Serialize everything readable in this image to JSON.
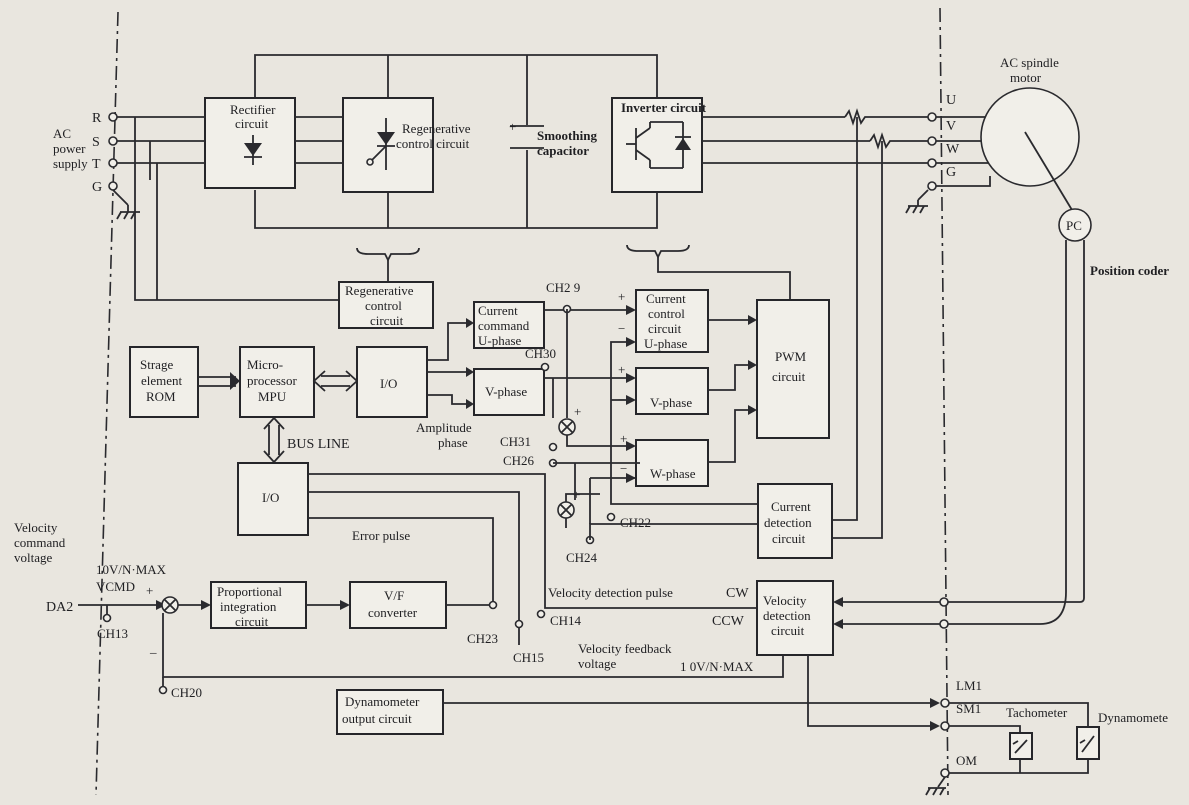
{
  "labels": {
    "ac_power_supply": [
      "AC",
      "power",
      "supply"
    ],
    "rectifier": [
      "Rectifier",
      "circuit"
    ],
    "regen_control_circuit": [
      "Regenerative",
      "control circuit"
    ],
    "smoothing_capacitor": [
      "Smoothing",
      "capacitor"
    ],
    "inverter_circuit": "Inverter circuit",
    "ac_spindle_motor": [
      "AC spindle",
      "motor"
    ],
    "position_coder": "Position coder",
    "pc": "PC",
    "regen_control_block": [
      "Regenerative",
      "control",
      "circuit"
    ],
    "current_command": [
      "Current",
      "command",
      "U-phase"
    ],
    "current_control": [
      "Current",
      "control",
      "circuit",
      "U-phase"
    ],
    "storage_rom": [
      "Strage",
      "element",
      "ROM"
    ],
    "microprocessor": [
      "Micro-",
      "processor",
      "MPU"
    ],
    "io": "I/O",
    "v_phase": "V-phase",
    "w_phase": "W-phase",
    "pwm": [
      "PWM",
      "circuit"
    ],
    "amplitude_phase": [
      "Amplitude",
      "phase"
    ],
    "bus_line": "BUS LINE",
    "current_detection": [
      "Current",
      "detection",
      "circuit"
    ],
    "error_pulse": "Error pulse",
    "velocity_command_voltage": [
      "Velocity",
      "command",
      "voltage"
    ],
    "v10_nmax_top": "10V/N·MAX",
    "vcmd": "VCMD",
    "da2": "DA2",
    "proportional_integration": [
      "Proportional",
      "integration",
      "circuit"
    ],
    "vf_converter": [
      "V/F",
      "converter"
    ],
    "velocity_detection_pulse": "Velocity detection pulse",
    "cw": "CW",
    "ccw": "CCW",
    "velocity_detection": [
      "Velocity",
      "detection",
      "circuit"
    ],
    "velocity_feedback": [
      "Velocity feedback",
      "voltage"
    ],
    "v10_nmax_bottom": "1 0V/N·MAX",
    "dynamometer_output": [
      "Dynamometer",
      "output circuit"
    ],
    "tachometer": "Tachometer",
    "dynamometer": "Dynamomete",
    "terminals": {
      "R": "R",
      "S": "S",
      "T": "T",
      "G": "G",
      "U": "U",
      "V": "V",
      "W": "W",
      "G2": "G",
      "LM1": "LM1",
      "SM1": "SM1",
      "OM": "OM"
    },
    "checkpoints": {
      "ch29": "CH2 9",
      "ch30": "CH30",
      "ch31": "CH31",
      "ch26": "CH26",
      "ch22": "CH22",
      "ch24": "CH24",
      "ch13": "CH13",
      "ch20": "CH20",
      "ch23": "CH23",
      "ch14": "CH14",
      "ch15": "CH15"
    },
    "signs": {
      "plus": "+",
      "minus": "−",
      "minus_short": "_"
    }
  }
}
